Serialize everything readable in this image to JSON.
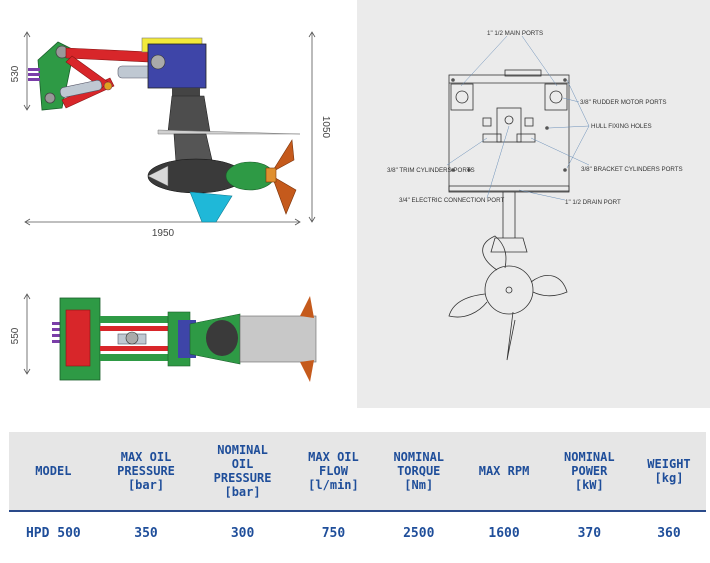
{
  "side_view": {
    "height_left": "530",
    "height_right": "1050",
    "length": "1950"
  },
  "top_view": {
    "width": "550"
  },
  "schematic": {
    "labels": {
      "main_ports": "1\" 1/2 MAIN PORTS",
      "rudder_ports": "3/8\" RUDDER MOTOR PORTS",
      "hull_holes": "HULL FIXING HOLES",
      "trim_ports": "3/8\" TRIM CYLINDERS PORTS",
      "bracket_ports": "3/8\" BRACKET CYLINDERS PORTS",
      "electric_port": "3/4\" ELECTRIC CONNECTION PORT",
      "drain_port": "1\" 1/2 DRAIN PORT"
    }
  },
  "table": {
    "headers": [
      [
        "MODEL"
      ],
      [
        "MAX OIL",
        "PRESSURE",
        "[bar]"
      ],
      [
        "NOMINAL",
        "OIL",
        "PRESSURE",
        "[bar]"
      ],
      [
        "MAX OIL",
        "FLOW",
        "[l/min]"
      ],
      [
        "NOMINAL",
        "TORQUE",
        "[Nm]"
      ],
      [
        "MAX RPM"
      ],
      [
        "NOMINAL",
        "POWER",
        "[kW]"
      ],
      [
        "WEIGHT",
        "[kg]"
      ]
    ],
    "row": [
      "HPD 500",
      "350",
      "300",
      "750",
      "2500",
      "1600",
      "370",
      "360"
    ]
  },
  "colors": {
    "accent_blue": "#1f4e9a",
    "header_bg": "#e6e6e6",
    "panel_bg": "#ebebeb",
    "bracket_green": "#2e9a45",
    "arm_red": "#d8262a",
    "motor_blue": "#3e45a8",
    "prop_orange": "#c55a1c",
    "fin_cyan": "#1fb8d8"
  }
}
